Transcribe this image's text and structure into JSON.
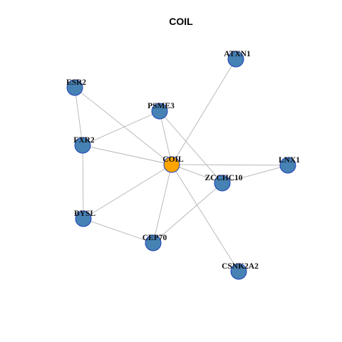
{
  "title": "COIL",
  "colors": {
    "hub_fill": "#FFA500",
    "node_fill": "#4682B4",
    "node_stroke": "#1f3fb8",
    "edge": "#b4b4b4"
  },
  "nodes": [
    {
      "id": "COIL",
      "label": "COIL",
      "hub": true
    },
    {
      "id": "ATXN1",
      "label": "ATXN1",
      "hub": false
    },
    {
      "id": "ESR2",
      "label": "ESR2",
      "hub": false
    },
    {
      "id": "PSME3",
      "label": "PSME3",
      "hub": false
    },
    {
      "id": "FXR2",
      "label": "FXR2",
      "hub": false
    },
    {
      "id": "LNX1",
      "label": "LNX1",
      "hub": false
    },
    {
      "id": "ZCCHC10",
      "label": "ZCCHC10",
      "hub": false
    },
    {
      "id": "BYSL",
      "label": "BYSL",
      "hub": false
    },
    {
      "id": "CEP70",
      "label": "CEP70",
      "hub": false
    },
    {
      "id": "CSNK2A2",
      "label": "CSNK2A2",
      "hub": false
    }
  ],
  "edges": [
    [
      "COIL",
      "ATXN1"
    ],
    [
      "COIL",
      "ESR2"
    ],
    [
      "COIL",
      "PSME3"
    ],
    [
      "COIL",
      "FXR2"
    ],
    [
      "COIL",
      "LNX1"
    ],
    [
      "COIL",
      "ZCCHC10"
    ],
    [
      "COIL",
      "BYSL"
    ],
    [
      "COIL",
      "CEP70"
    ],
    [
      "COIL",
      "CSNK2A2"
    ],
    [
      "ESR2",
      "FXR2"
    ],
    [
      "PSME3",
      "FXR2"
    ],
    [
      "PSME3",
      "ZCCHC10"
    ],
    [
      "FXR2",
      "BYSL"
    ],
    [
      "BYSL",
      "CEP70"
    ],
    [
      "CEP70",
      "ZCCHC10"
    ],
    [
      "ZCCHC10",
      "LNX1"
    ]
  ]
}
